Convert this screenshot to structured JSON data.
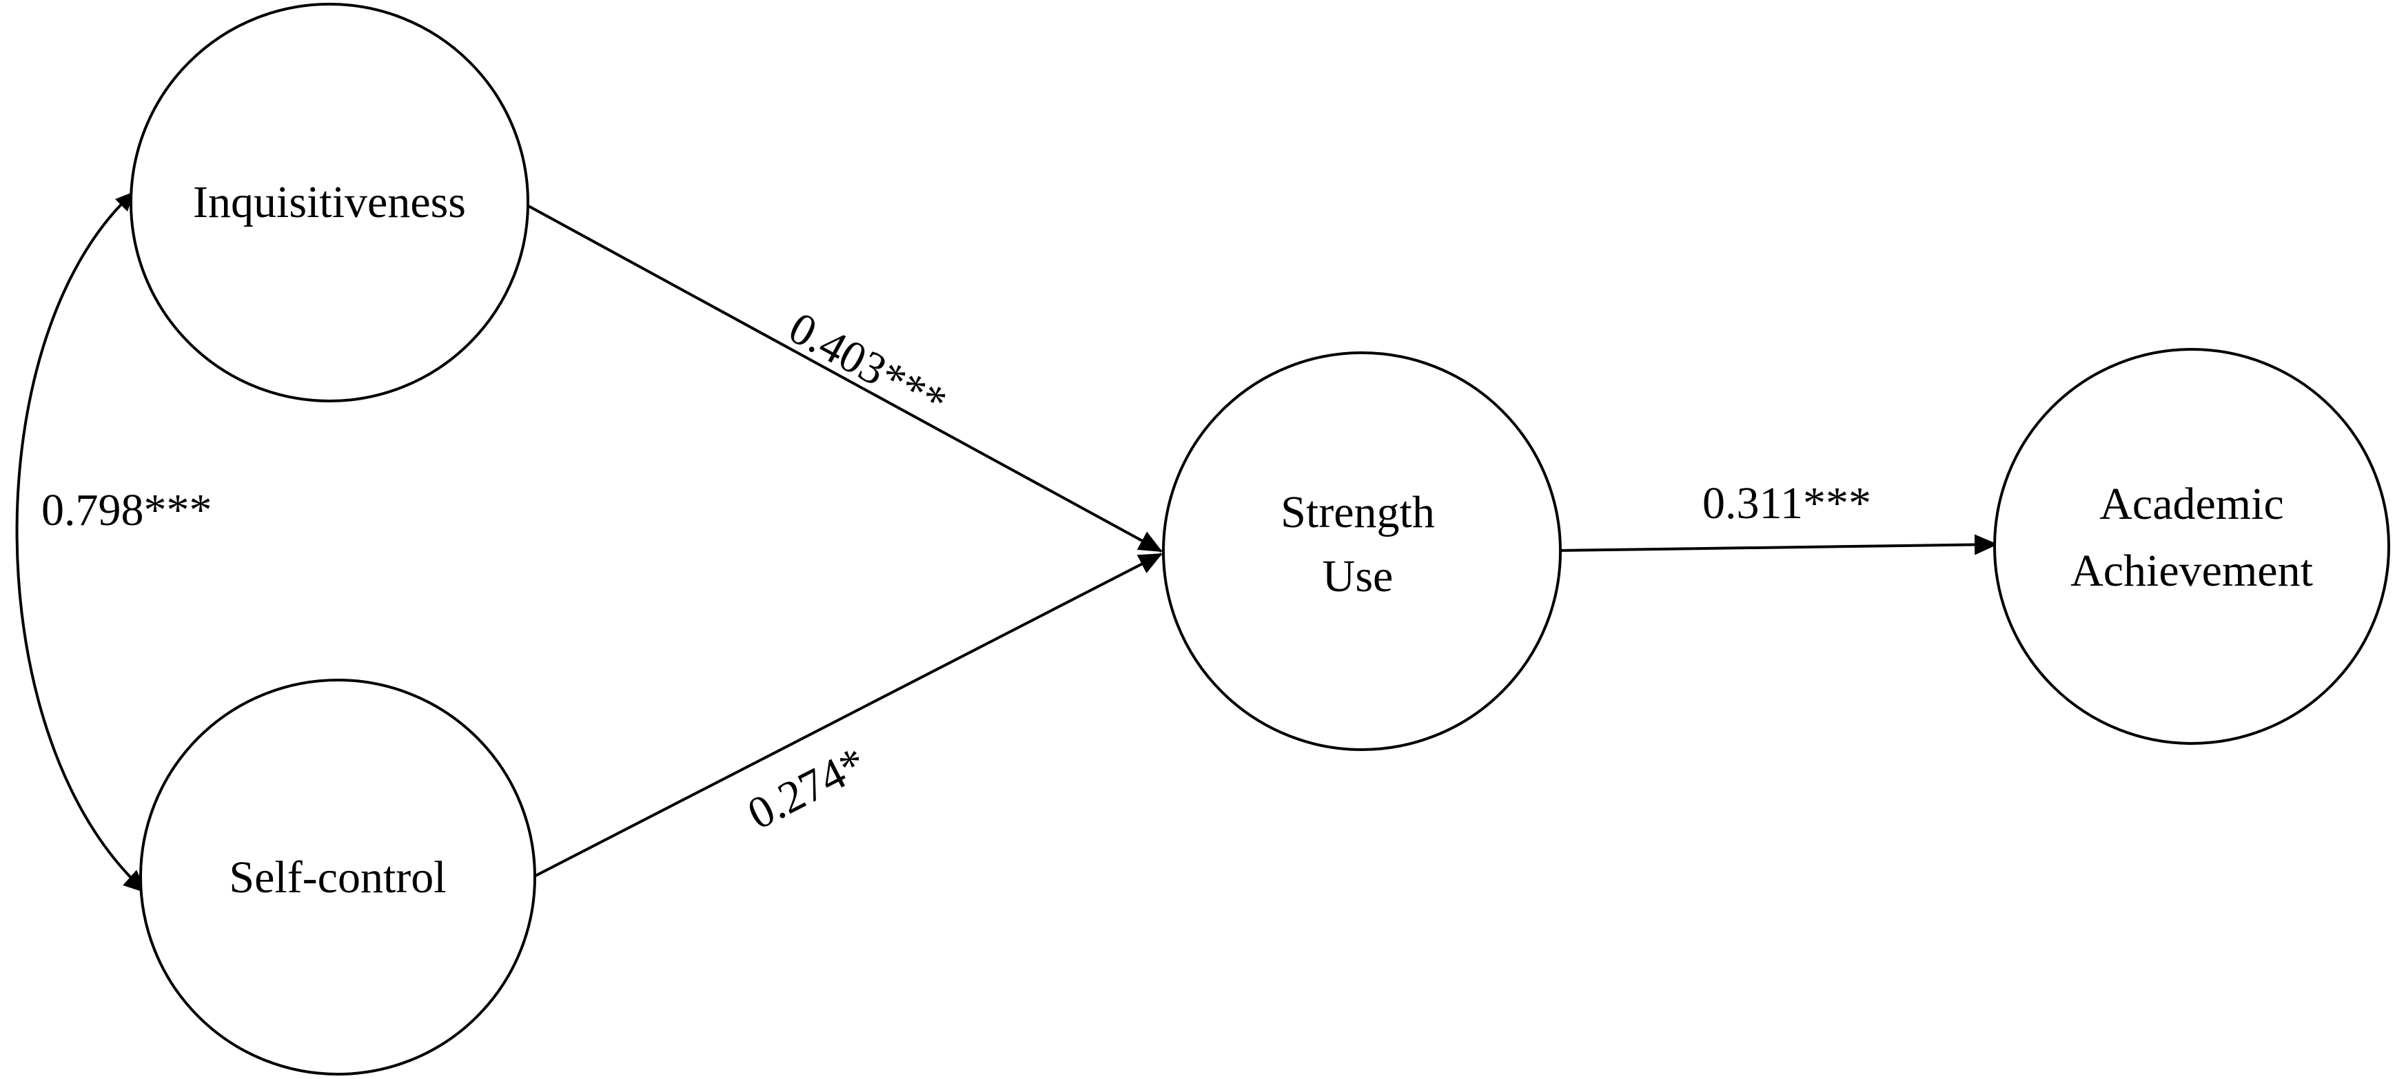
{
  "nodes": {
    "inquisitiveness": {
      "lines": [
        "Inquisitiveness"
      ]
    },
    "self_control": {
      "lines": [
        "Self-control"
      ]
    },
    "strength_use": {
      "lines": [
        "Strength",
        "Use"
      ]
    },
    "academic_achievement": {
      "lines": [
        "Academic",
        "Achievement"
      ]
    }
  },
  "paths": {
    "inquisitiveness_to_strength_use": {
      "coefficient": "0.403***"
    },
    "self_control_to_strength_use": {
      "coefficient": "0.274*"
    },
    "strength_use_to_academic_achievement": {
      "coefficient": "0.311***"
    },
    "inquisitiveness_with_self_control": {
      "coefficient": "0.798***"
    }
  },
  "colors": {
    "stroke": "#000000",
    "background": "#ffffff"
  }
}
